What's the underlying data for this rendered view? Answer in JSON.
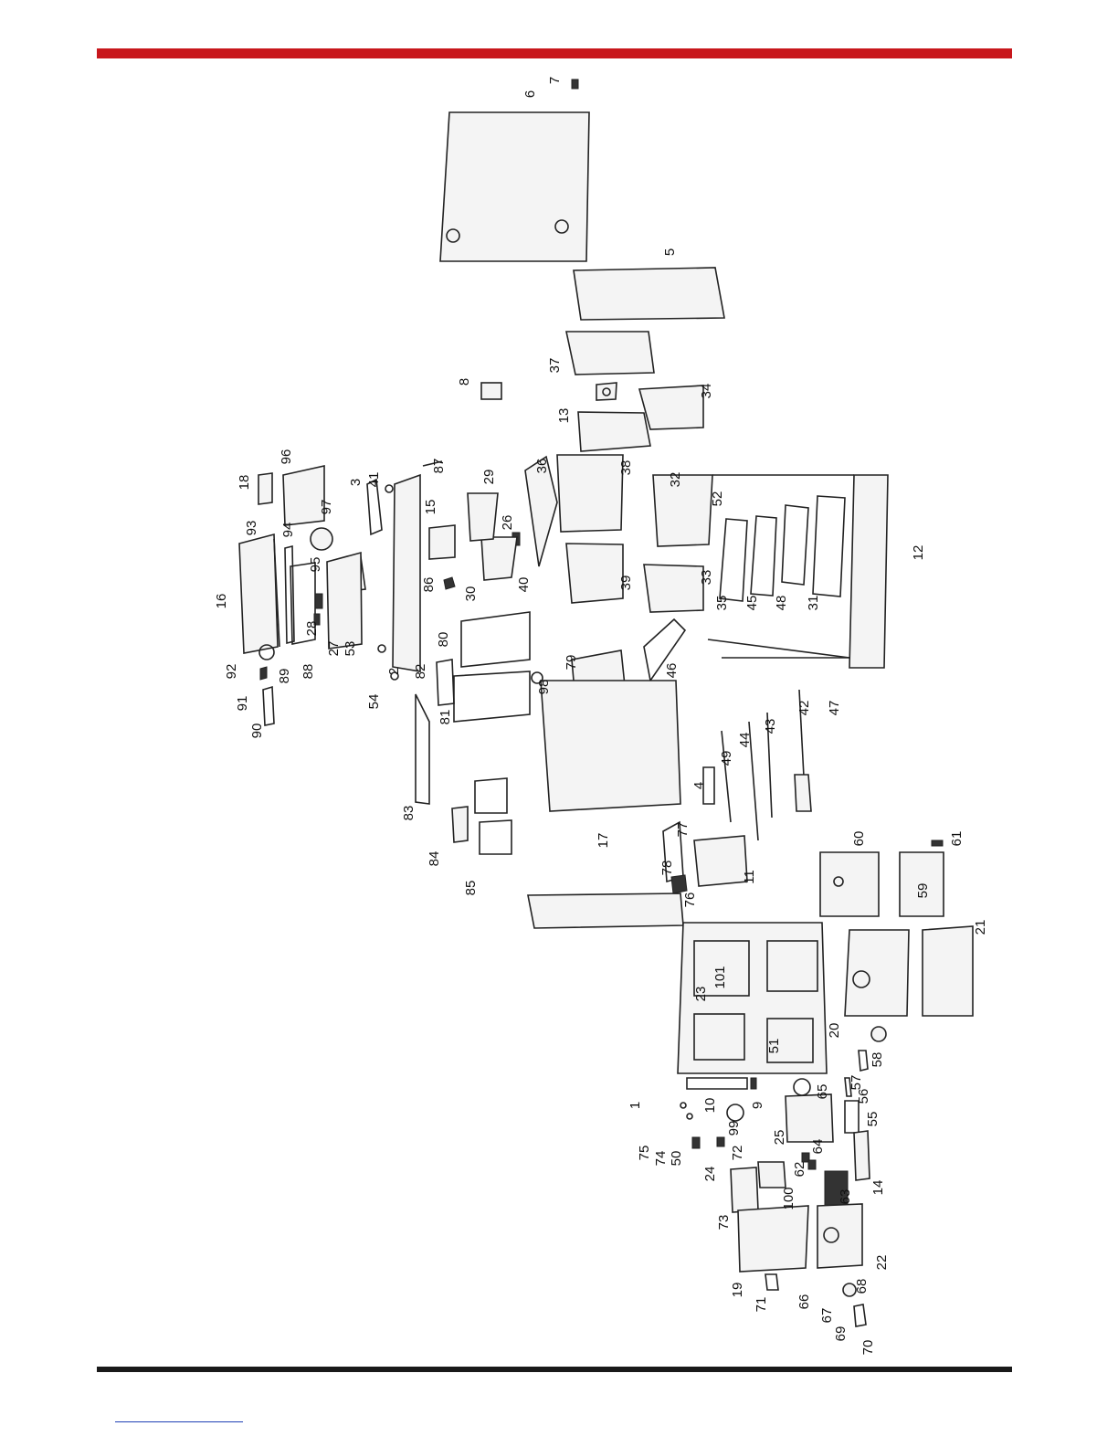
{
  "colors": {
    "accent_red": "#c8171c",
    "rule_black": "#1a1a1a",
    "link_blue": "#1f3fb5",
    "line_art": "#222222"
  },
  "diagram": {
    "labels": [
      "1",
      "2",
      "3",
      "4",
      "5",
      "6",
      "7",
      "8",
      "9",
      "10",
      "11",
      "12",
      "13",
      "14",
      "15",
      "16",
      "17",
      "18",
      "19",
      "20",
      "21",
      "22",
      "23",
      "24",
      "25",
      "26",
      "27",
      "28",
      "29",
      "30",
      "31",
      "32",
      "33",
      "34",
      "35",
      "36",
      "37",
      "38",
      "39",
      "40",
      "41",
      "42",
      "43",
      "44",
      "45",
      "46",
      "47",
      "48",
      "49",
      "50",
      "51",
      "52",
      "53",
      "54",
      "55",
      "56",
      "57",
      "58",
      "59",
      "60",
      "61",
      "62",
      "63",
      "64",
      "65",
      "66",
      "67",
      "68",
      "69",
      "70",
      "71",
      "72",
      "73",
      "74",
      "75",
      "76",
      "77",
      "78",
      "79",
      "80",
      "81",
      "82",
      "83",
      "84",
      "85",
      "86",
      "87",
      "88",
      "89",
      "90",
      "91",
      "92",
      "93",
      "94",
      "95",
      "96",
      "97",
      "98",
      "99",
      "100",
      "101"
    ]
  }
}
